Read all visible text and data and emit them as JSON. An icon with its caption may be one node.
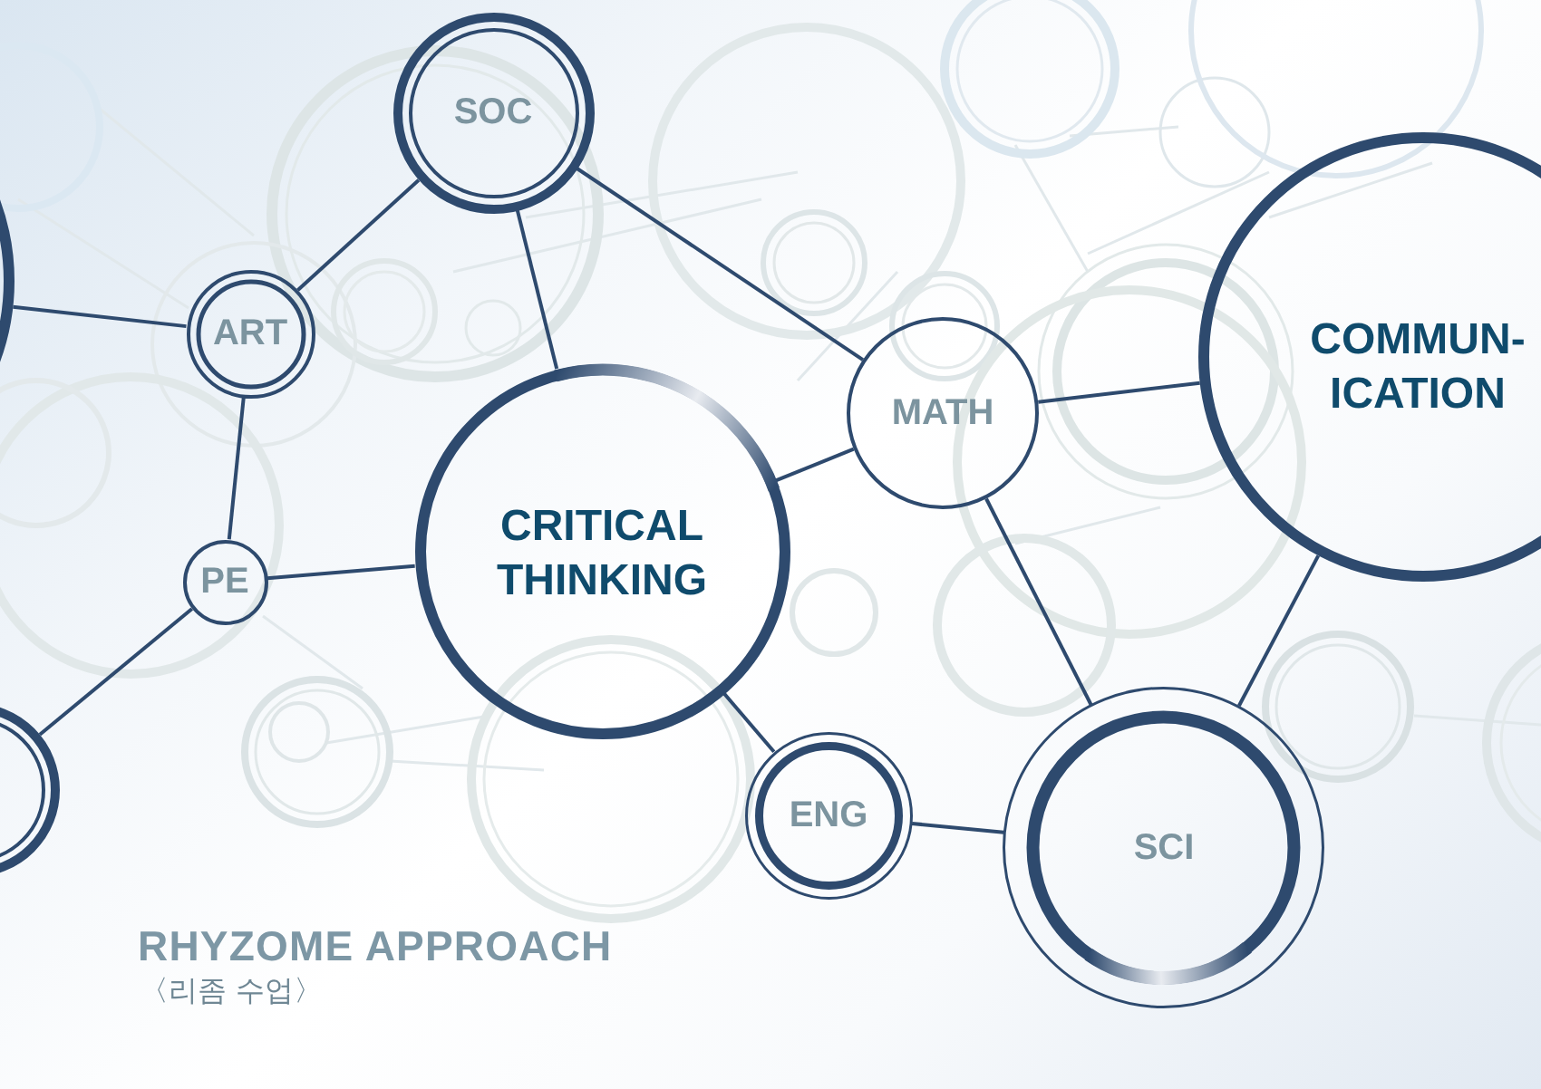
{
  "diagram": {
    "title": "RHYZOME APPROACH",
    "nodes": [
      {
        "text": [
          "SOC"
        ]
      },
      {
        "text": [],
        "shape": "circle"
      },
      {
        "text": [
          "ART"
        ]
      },
      {
        "text": [
          "COMMUN- ICATION"
        ]
      },
      {
        "text": [
          "MATH"
        ]
      },
      {
        "text": [
          "CRITICAL THINKING"
        ]
      },
      {
        "text": [
          "PE"
        ]
      },
      {
        "text": [],
        "shape": "circle"
      },
      {
        "text": [
          "ENG"
        ]
      },
      {
        "text": [
          "SCI"
        ]
      }
    ],
    "edges": [
      {
        "from": 1,
        "to": 2,
        "arrow": "none"
      },
      {
        "from": 2,
        "to": 0,
        "arrow": "none"
      },
      {
        "from": 0,
        "to": 5,
        "arrow": "none"
      },
      {
        "from": 0,
        "to": 4,
        "arrow": "none"
      },
      {
        "from": 4,
        "to": 3,
        "arrow": "none"
      },
      {
        "from": 4,
        "to": 5,
        "arrow": "none"
      },
      {
        "from": 2,
        "to": 6,
        "arrow": "none"
      },
      {
        "from": 6,
        "to": 5,
        "arrow": "none"
      },
      {
        "from": 6,
        "to": 7,
        "arrow": "none"
      },
      {
        "from": 5,
        "to": 8,
        "arrow": "none"
      },
      {
        "from": 4,
        "to": 9,
        "arrow": "none"
      },
      {
        "from": 3,
        "to": 9,
        "arrow": "none"
      },
      {
        "from": 8,
        "to": 9,
        "arrow": "none"
      }
    ],
    "labels": [
      "〈리좀 수업〉"
    ]
  }
}
